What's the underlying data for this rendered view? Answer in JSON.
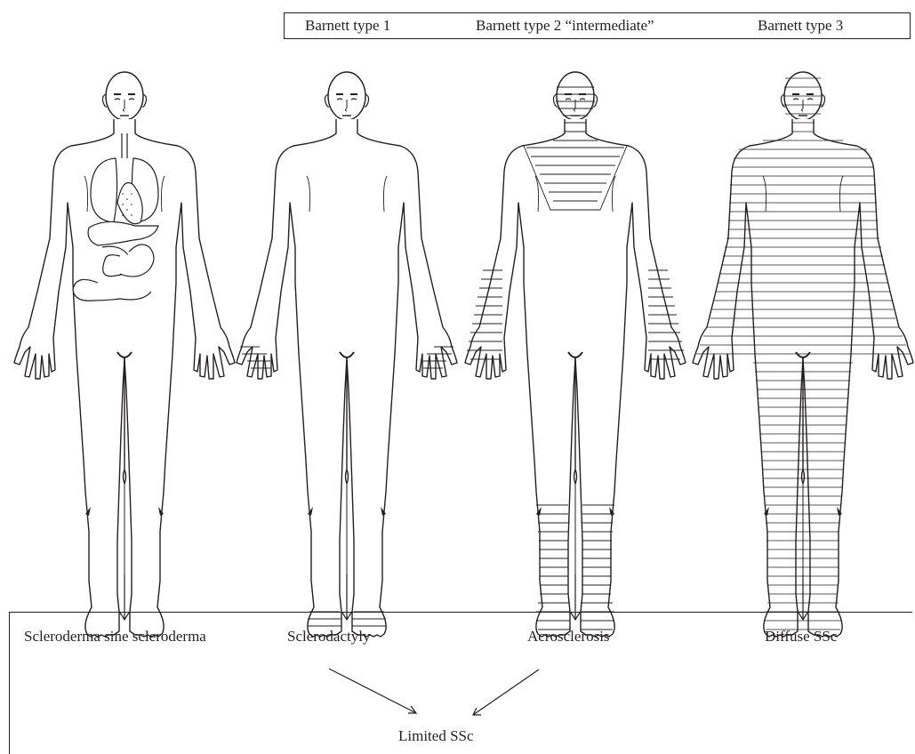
{
  "header": {
    "type1": "Barnett type 1",
    "type2": "Barnett type 2 “intermediate”",
    "type3": "Barnett type 3"
  },
  "categories": {
    "ssss": "Scleroderma sine scleroderma",
    "sclerodactyly": "Sclerodactyly",
    "acrosclerosis": "Acrosclerosis",
    "diffuse": "Diffuse SSc",
    "limited": "Limited SSc"
  },
  "colors": {
    "ink": "#231f20",
    "background": "#ffffff"
  }
}
